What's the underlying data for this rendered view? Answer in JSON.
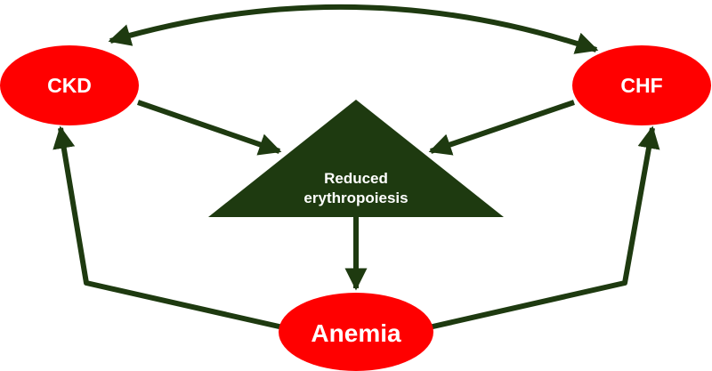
{
  "diagram": {
    "nodes": {
      "ckd": {
        "label": "CKD"
      },
      "chf": {
        "label": "CHF"
      },
      "anemia": {
        "label": "Anemia"
      },
      "reduced_erythropoiesis": {
        "line1": "Reduced",
        "line2": "erythropoiesis"
      }
    },
    "edges": [
      {
        "from": "CKD",
        "to": "CHF",
        "bidirectional": true
      },
      {
        "from": "CKD",
        "to": "Reduced erythropoiesis"
      },
      {
        "from": "CHF",
        "to": "Reduced erythropoiesis"
      },
      {
        "from": "Reduced erythropoiesis",
        "to": "Anemia"
      },
      {
        "from": "Anemia",
        "to": "CKD"
      },
      {
        "from": "Anemia",
        "to": "CHF"
      }
    ]
  },
  "colors": {
    "node_fill": "#ff0000",
    "node_text": "#ffffff",
    "arrow": "#1e3a10",
    "triangle_fill": "#1e3a10"
  }
}
